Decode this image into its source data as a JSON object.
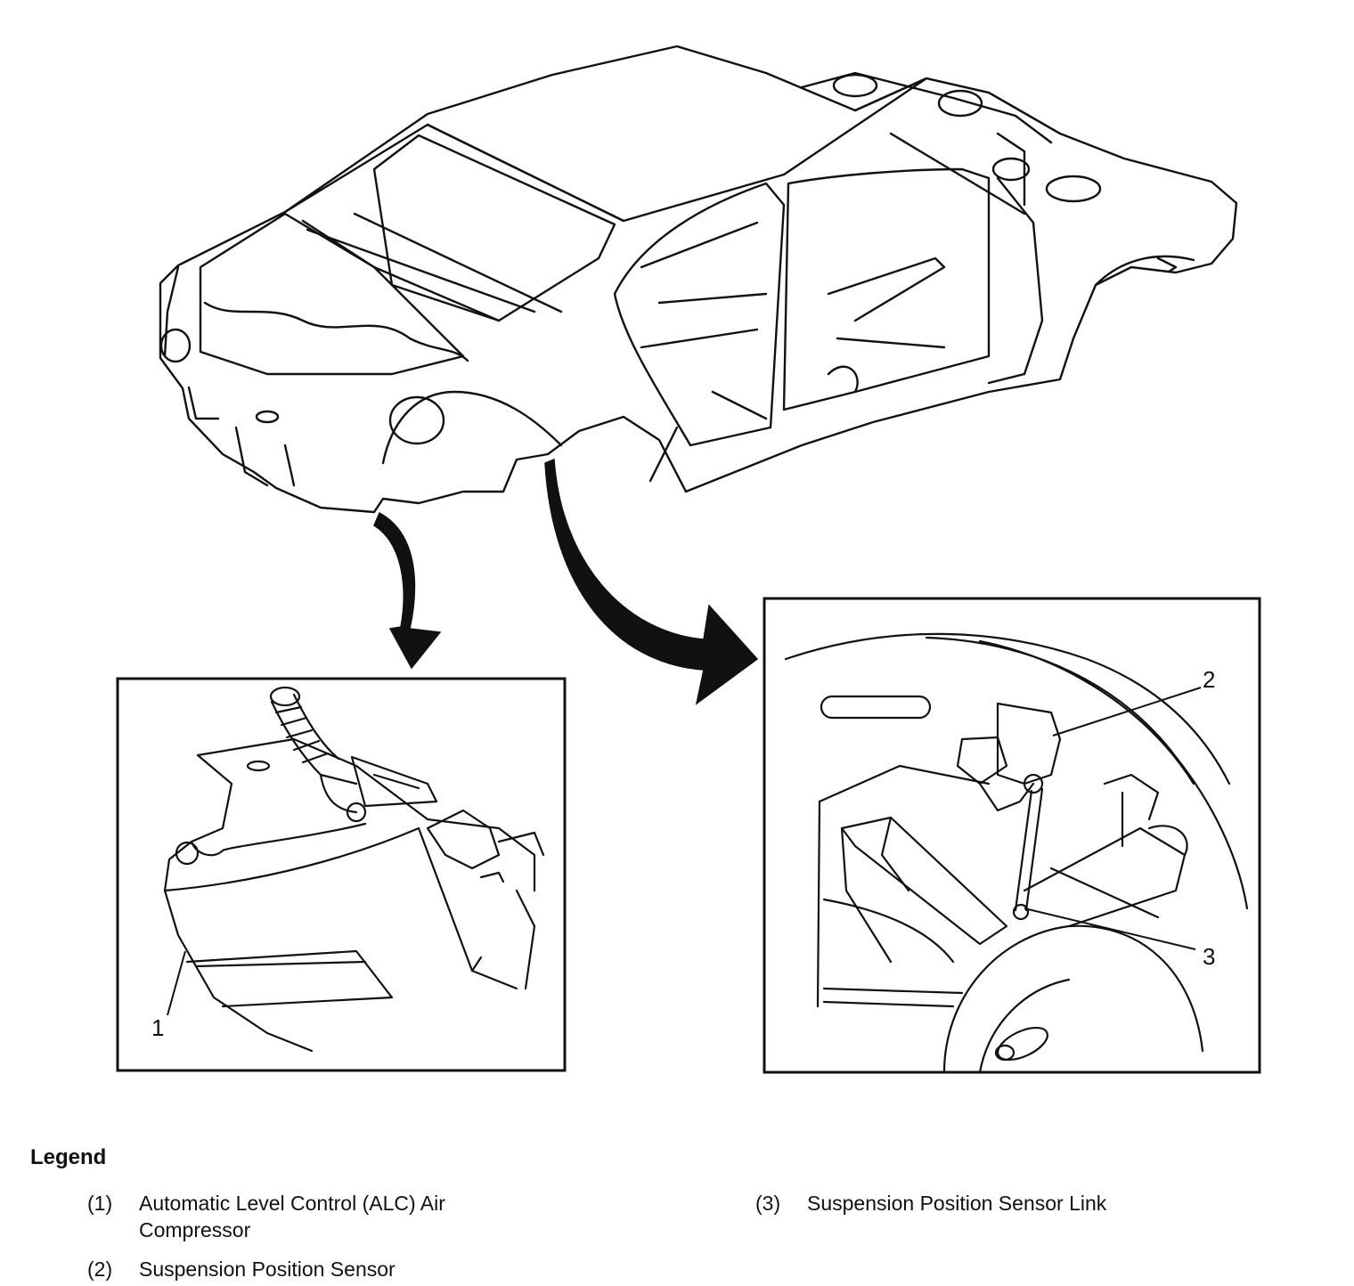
{
  "callouts": [
    {
      "label": "1"
    },
    {
      "label": "2"
    },
    {
      "label": "3"
    }
  ],
  "legend": {
    "title": "Legend",
    "items": [
      {
        "number": "(1)",
        "text": "Automatic Level Control (ALC) Air Compressor"
      },
      {
        "number": "(2)",
        "text": "Suspension Position Sensor"
      },
      {
        "number": "(3)",
        "text": "Suspension Position Sensor Link"
      }
    ]
  }
}
